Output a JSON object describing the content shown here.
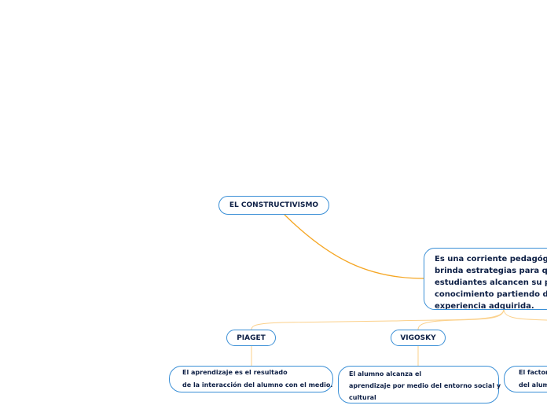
{
  "title": "EL CONSTRUCTIVISMO",
  "definition": {
    "lines": [
      "Es una corriente pedagógica",
      "brinda estrategias para que l",
      "estudiantes alcancen su prop",
      "conocimiento partiendo desd",
      "experiencia adquirida."
    ]
  },
  "authors": [
    {
      "name": "PIAGET",
      "description": [
        "El aprendizaje es el resultado",
        "de la interacción del alumno con el medio."
      ]
    },
    {
      "name": "VIGOSKY",
      "description": [
        "El alumno alcanza el",
        "aprendizaje por medio del entorno social y",
        "cultural"
      ]
    }
  ],
  "partial_node": {
    "description": [
      "El factor r",
      "del alumn"
    ]
  },
  "colors": {
    "connector": "#f5a623",
    "border": "#3a8fd6",
    "text": "#0d1f45"
  }
}
